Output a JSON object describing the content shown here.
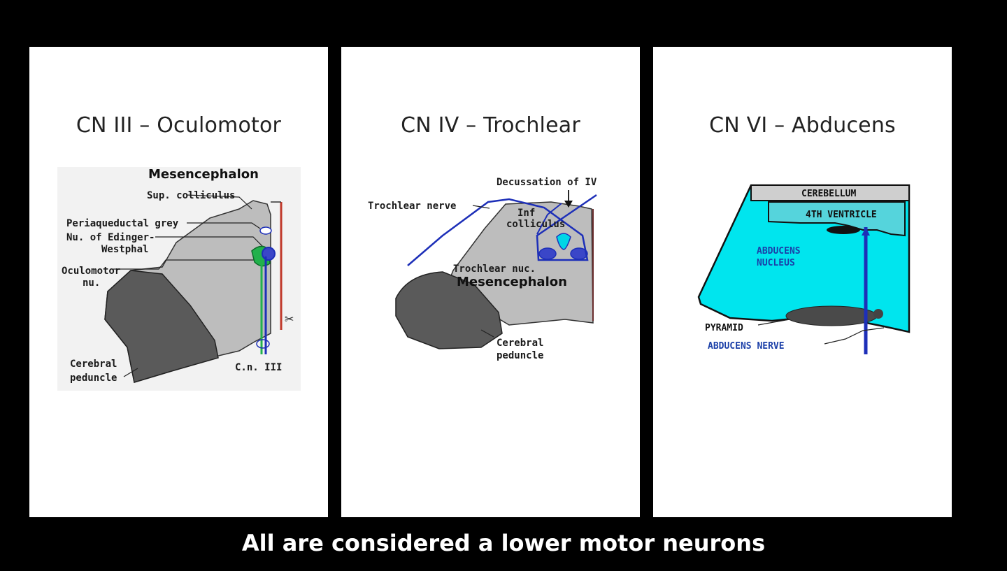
{
  "panels": [
    {
      "title": "CN III – Oculomotor",
      "labels": {
        "region": "Mesencephalon",
        "sup_colliculus": "Sup. colliculus",
        "periaqueductal_grey": "Periaqueductal grey",
        "edinger_1": "Nu. of Edinger-",
        "edinger_2": "Westphal",
        "oculomotor_1": "Oculomotor",
        "oculomotor_2": "nu.",
        "peduncle_1": "Cerebral",
        "peduncle_2": "peduncle",
        "nerve": "C.n. III"
      }
    },
    {
      "title": "CN IV – Trochlear",
      "labels": {
        "decussation": "Decussation of IV",
        "nerve": "Trochlear nerve",
        "inf_colliculus_1": "Inf",
        "inf_colliculus_2": "colliculus",
        "nucleus": "Trochlear nuc.",
        "region": "Mesencephalon",
        "peduncle_1": "Cerebral",
        "peduncle_2": "peduncle"
      }
    },
    {
      "title": "CN VI – Abducens",
      "labels": {
        "cerebellum": "CEREBELLUM",
        "ventricle": "4TH VENTRICLE",
        "nucleus_1": "ABDUCENS",
        "nucleus_2": "NUCLEUS",
        "pyramid": "PYRAMID",
        "nerve": "ABDUCENS NERVE"
      }
    }
  ],
  "footer": "All are considered a lower motor neurons",
  "colors": {
    "background": "#000000",
    "panel": "#ffffff",
    "tissue_grey": "#b8b8b8",
    "cyan": "#00e5ee",
    "nerve_blue": "#1d2fb8",
    "green": "#22b14c",
    "red": "#c0392b"
  }
}
